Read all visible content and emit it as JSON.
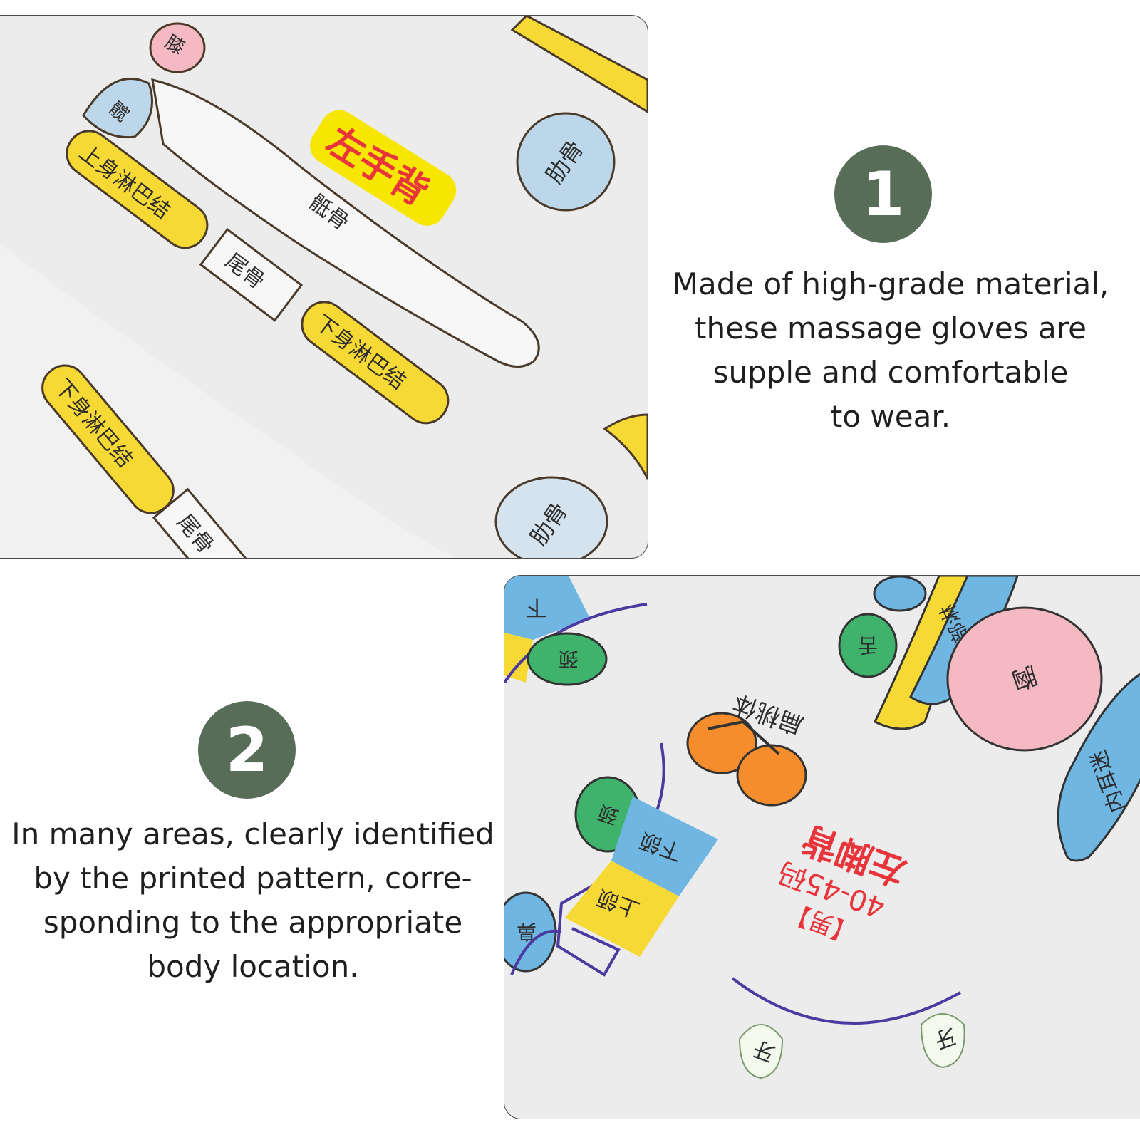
{
  "colors": {
    "badge": "#586d57",
    "yellow_zone": "#f7d936",
    "blue_zone": "#6fb6e3",
    "pink_zone": "#f4b9c2",
    "green_zone": "#3fb26b",
    "orange_zone": "#f58d2c",
    "red_title": "#e8353c"
  },
  "top_panel": {
    "title": "左手背",
    "labels": {
      "knee": "膝",
      "hip": "髋",
      "upper_lymph": "上身淋巴结",
      "sacrum": "骶骨",
      "tailbone": "尾骨",
      "lower_lymph": "下身淋巴结",
      "lower_lymph_2": "下身淋巴结",
      "tailbone_2": "尾骨",
      "rib": "肋骨",
      "rib_2": "肋骨"
    }
  },
  "bottom_panel": {
    "title": "左脚背",
    "size": "40-45码",
    "gender": "【男】",
    "labels": {
      "tonsil": "扁桃体",
      "chest": "胸",
      "chest_lymph": "胸部淋",
      "inner_ear": "内耳迷",
      "lower_jaw": "下颌",
      "upper_jaw": "上颌",
      "neck": "颈",
      "tooth": "牙",
      "tooth_2": "牙",
      "nose": "鼻"
    }
  },
  "features": [
    {
      "number": "1",
      "lines": [
        "Made of high-grade material,",
        "these massage gloves are",
        "supple and comfortable",
        "to wear."
      ]
    },
    {
      "number": "2",
      "lines": [
        "In many areas, clearly identified",
        "by the printed pattern, corre-",
        "sponding to the appropriate",
        "body location."
      ]
    }
  ]
}
